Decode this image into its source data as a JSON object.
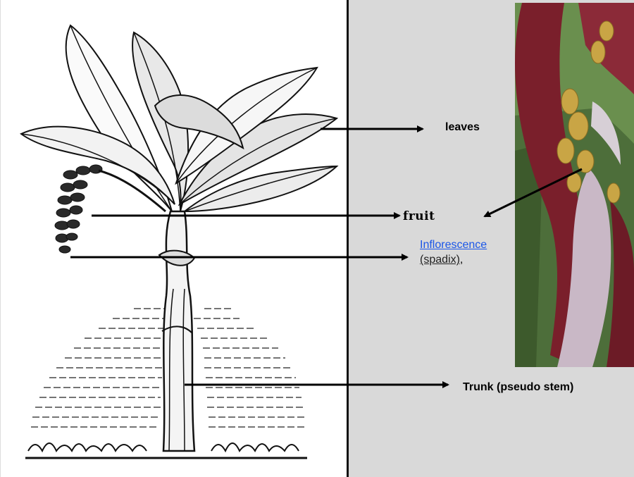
{
  "labels": {
    "leaves": "leaves",
    "fruit": "fruit",
    "inflorescence_link": "Inflorescence",
    "spadix": "(spadix)",
    "spadix_comma": ",",
    "trunk": "Trunk  (pseudo stem)"
  },
  "colors": {
    "right_panel_bg": "#d9d9d9",
    "link": "#1a56e8",
    "arrow": "#000000",
    "bract_red": "#7a1f2b",
    "bract_inner": "#c9b8c6",
    "flower_yellow": "#c9a545"
  },
  "images": {
    "left": "banana-plant-engraving",
    "right": "banana-inflorescence-photo"
  }
}
